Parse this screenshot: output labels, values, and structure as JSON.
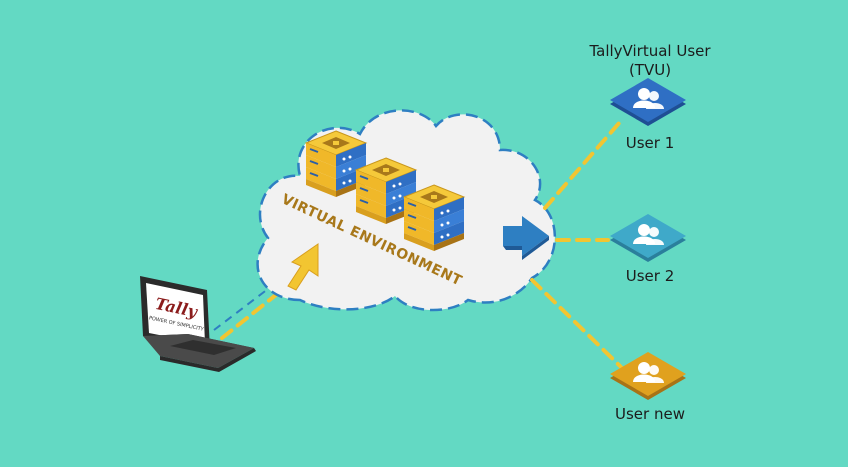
{
  "diagram": {
    "tvu_title_line1": "TallyVirtual User",
    "tvu_title_line2": "(TVU)",
    "cloud_label": "VIRTUAL ENVIRONMENT",
    "laptop_logo": "Tally",
    "laptop_tagline": "POWER OF SIMPLICITY",
    "users": [
      {
        "label": "User 1",
        "color": "#2f6fc4"
      },
      {
        "label": "User 2",
        "color": "#3fa9c9"
      },
      {
        "label": "User new",
        "color": "#e0a11e"
      }
    ],
    "colors": {
      "background": "#63d9c3",
      "cloud": "#f2f2f2",
      "cloud_outline": "#2e7fc2",
      "connector": "#f2c531",
      "arrow_up": "#f2c531",
      "arrow_right": "#2e7fc2",
      "server_top": "#f2c531",
      "server_side": "#2f6fc4"
    }
  }
}
